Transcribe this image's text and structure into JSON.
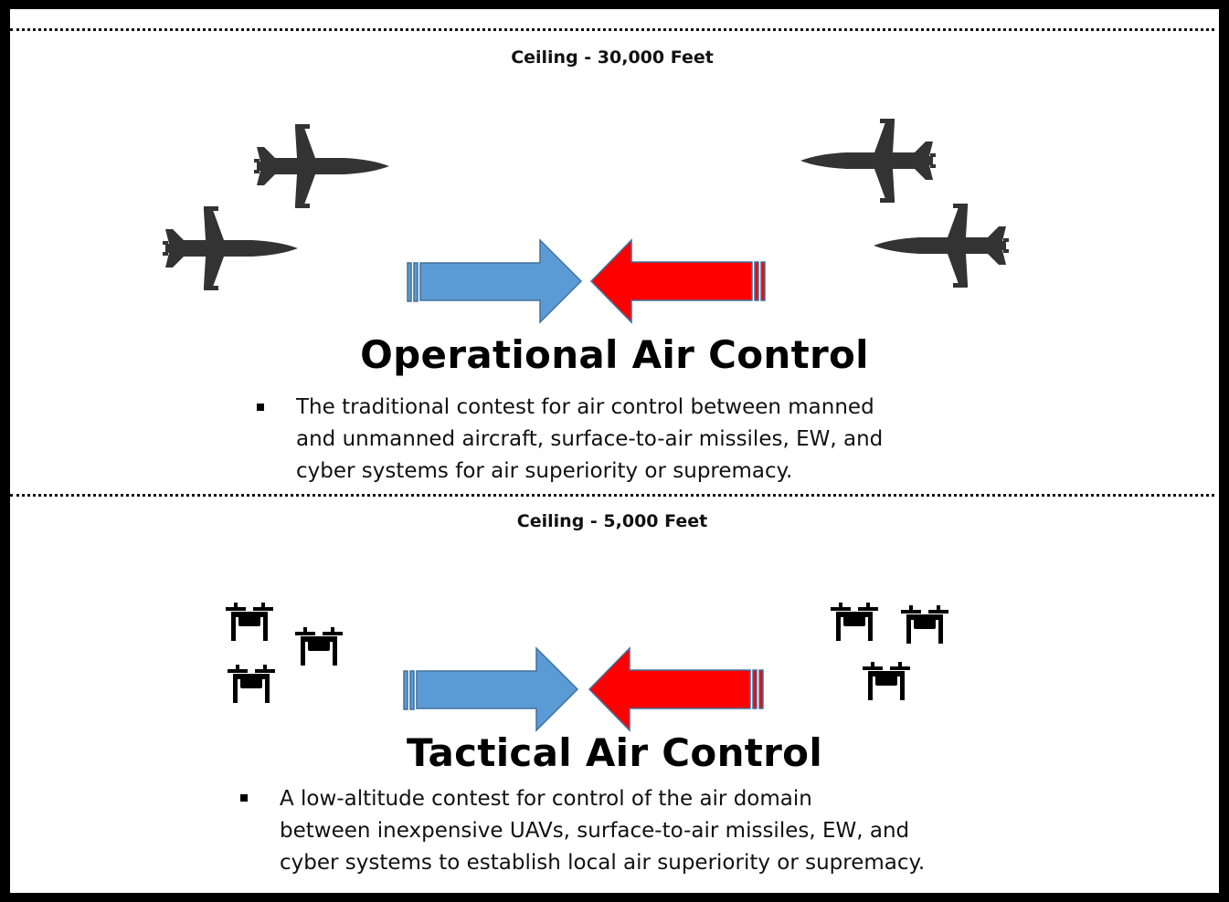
{
  "operational": {
    "ceiling": "Ceiling  - 30,000 Feet",
    "title": "Operational Air Control",
    "bullet_lines": [
      "The traditional contest for air control between manned",
      "and unmanned aircraft, surface-to-air missiles, EW, and",
      "cyber systems for air superiority or supremacy."
    ]
  },
  "tactical": {
    "ceiling": "Ceiling  - 5,000 Feet",
    "title": "Tactical Air Control",
    "bullet_lines": [
      "A  low-altitude contest for control of the air domain",
      "between inexpensive UAVs, surface-to-air missiles, EW, and",
      "cyber systems to establish local air superiority or supremacy."
    ]
  },
  "icons": {
    "aircraft": "fighter-jet-icon",
    "drone": "quadcopter-drone-icon",
    "friendly_arrow": "blue-arrow-right-icon",
    "opposing_arrow": "red-arrow-left-icon"
  },
  "colors": {
    "friendly": "#5b9bd5",
    "opposing": "#ff0000",
    "aircraft": "#333333",
    "drone": "#000000"
  }
}
